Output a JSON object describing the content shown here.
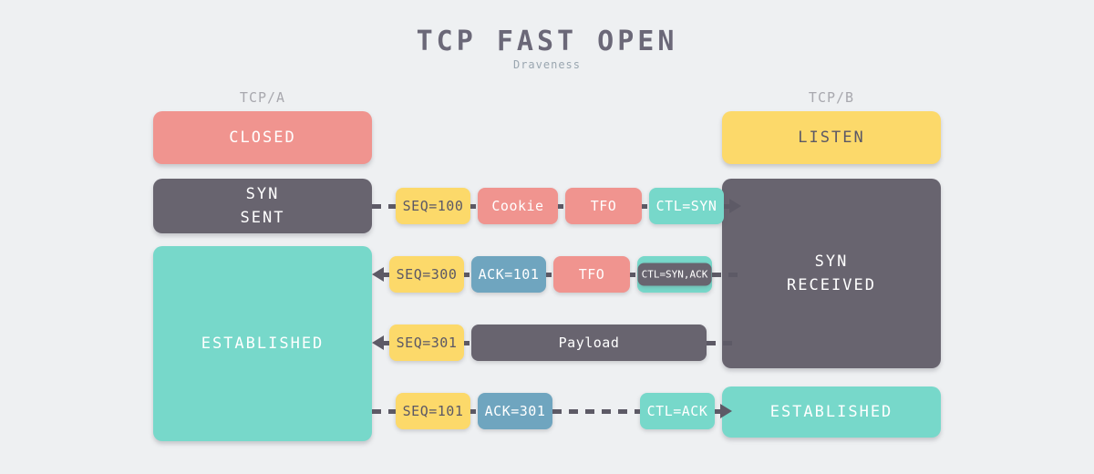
{
  "header": {
    "title": "TCP FAST OPEN",
    "subtitle": "Draveness"
  },
  "columns": {
    "left_label": "TCP/A",
    "right_label": "TCP/B"
  },
  "colors": {
    "background": "#eef0f2",
    "salmon": "#f0948f",
    "yellow": "#fcd96a",
    "teal": "#77d8ca",
    "blue": "#6fa5bf",
    "gray": "#68646f",
    "title_text": "#6b6878",
    "subtitle_text": "#9aa6b0",
    "column_label_text": "#a8a8ae",
    "connector": "#5d5a66"
  },
  "states": {
    "left": [
      {
        "name": "closed",
        "label": "CLOSED",
        "color": "#f0948f"
      },
      {
        "name": "syn-sent",
        "line1": "SYN",
        "line2": "SENT",
        "color": "#68646f"
      },
      {
        "name": "established",
        "label": "ESTABLISHED",
        "color": "#77d8ca"
      }
    ],
    "right": [
      {
        "name": "listen",
        "label": "LISTEN",
        "color": "#fcd96a"
      },
      {
        "name": "syn-received",
        "line1": "SYN",
        "line2": "RECEIVED",
        "color": "#68646f"
      },
      {
        "name": "established",
        "label": "ESTABLISHED",
        "color": "#77d8ca"
      }
    ]
  },
  "packets": [
    {
      "index": 1,
      "direction": "right",
      "segments": [
        "SEQ=100",
        "Cookie",
        "TFO",
        "CTL=SYN"
      ],
      "seq": "SEQ=100",
      "option_cookie": "Cookie",
      "option_tfo": "TFO",
      "ctl": "CTL=SYN"
    },
    {
      "index": 2,
      "direction": "left",
      "segments": [
        "SEQ=300",
        "ACK=101",
        "TFO",
        "CTL=SYN,ACK"
      ],
      "seq": "SEQ=300",
      "ack": "ACK=101",
      "option_tfo": "TFO",
      "ctl": "CTL=SYN,ACK"
    },
    {
      "index": 3,
      "direction": "left",
      "segments": [
        "SEQ=301",
        "Payload"
      ],
      "seq": "SEQ=301",
      "payload": "Payload"
    },
    {
      "index": 4,
      "direction": "right",
      "segments": [
        "SEQ=101",
        "ACK=301",
        "CTL=ACK"
      ],
      "seq": "SEQ=101",
      "ack": "ACK=301",
      "ctl": "CTL=ACK"
    }
  ]
}
